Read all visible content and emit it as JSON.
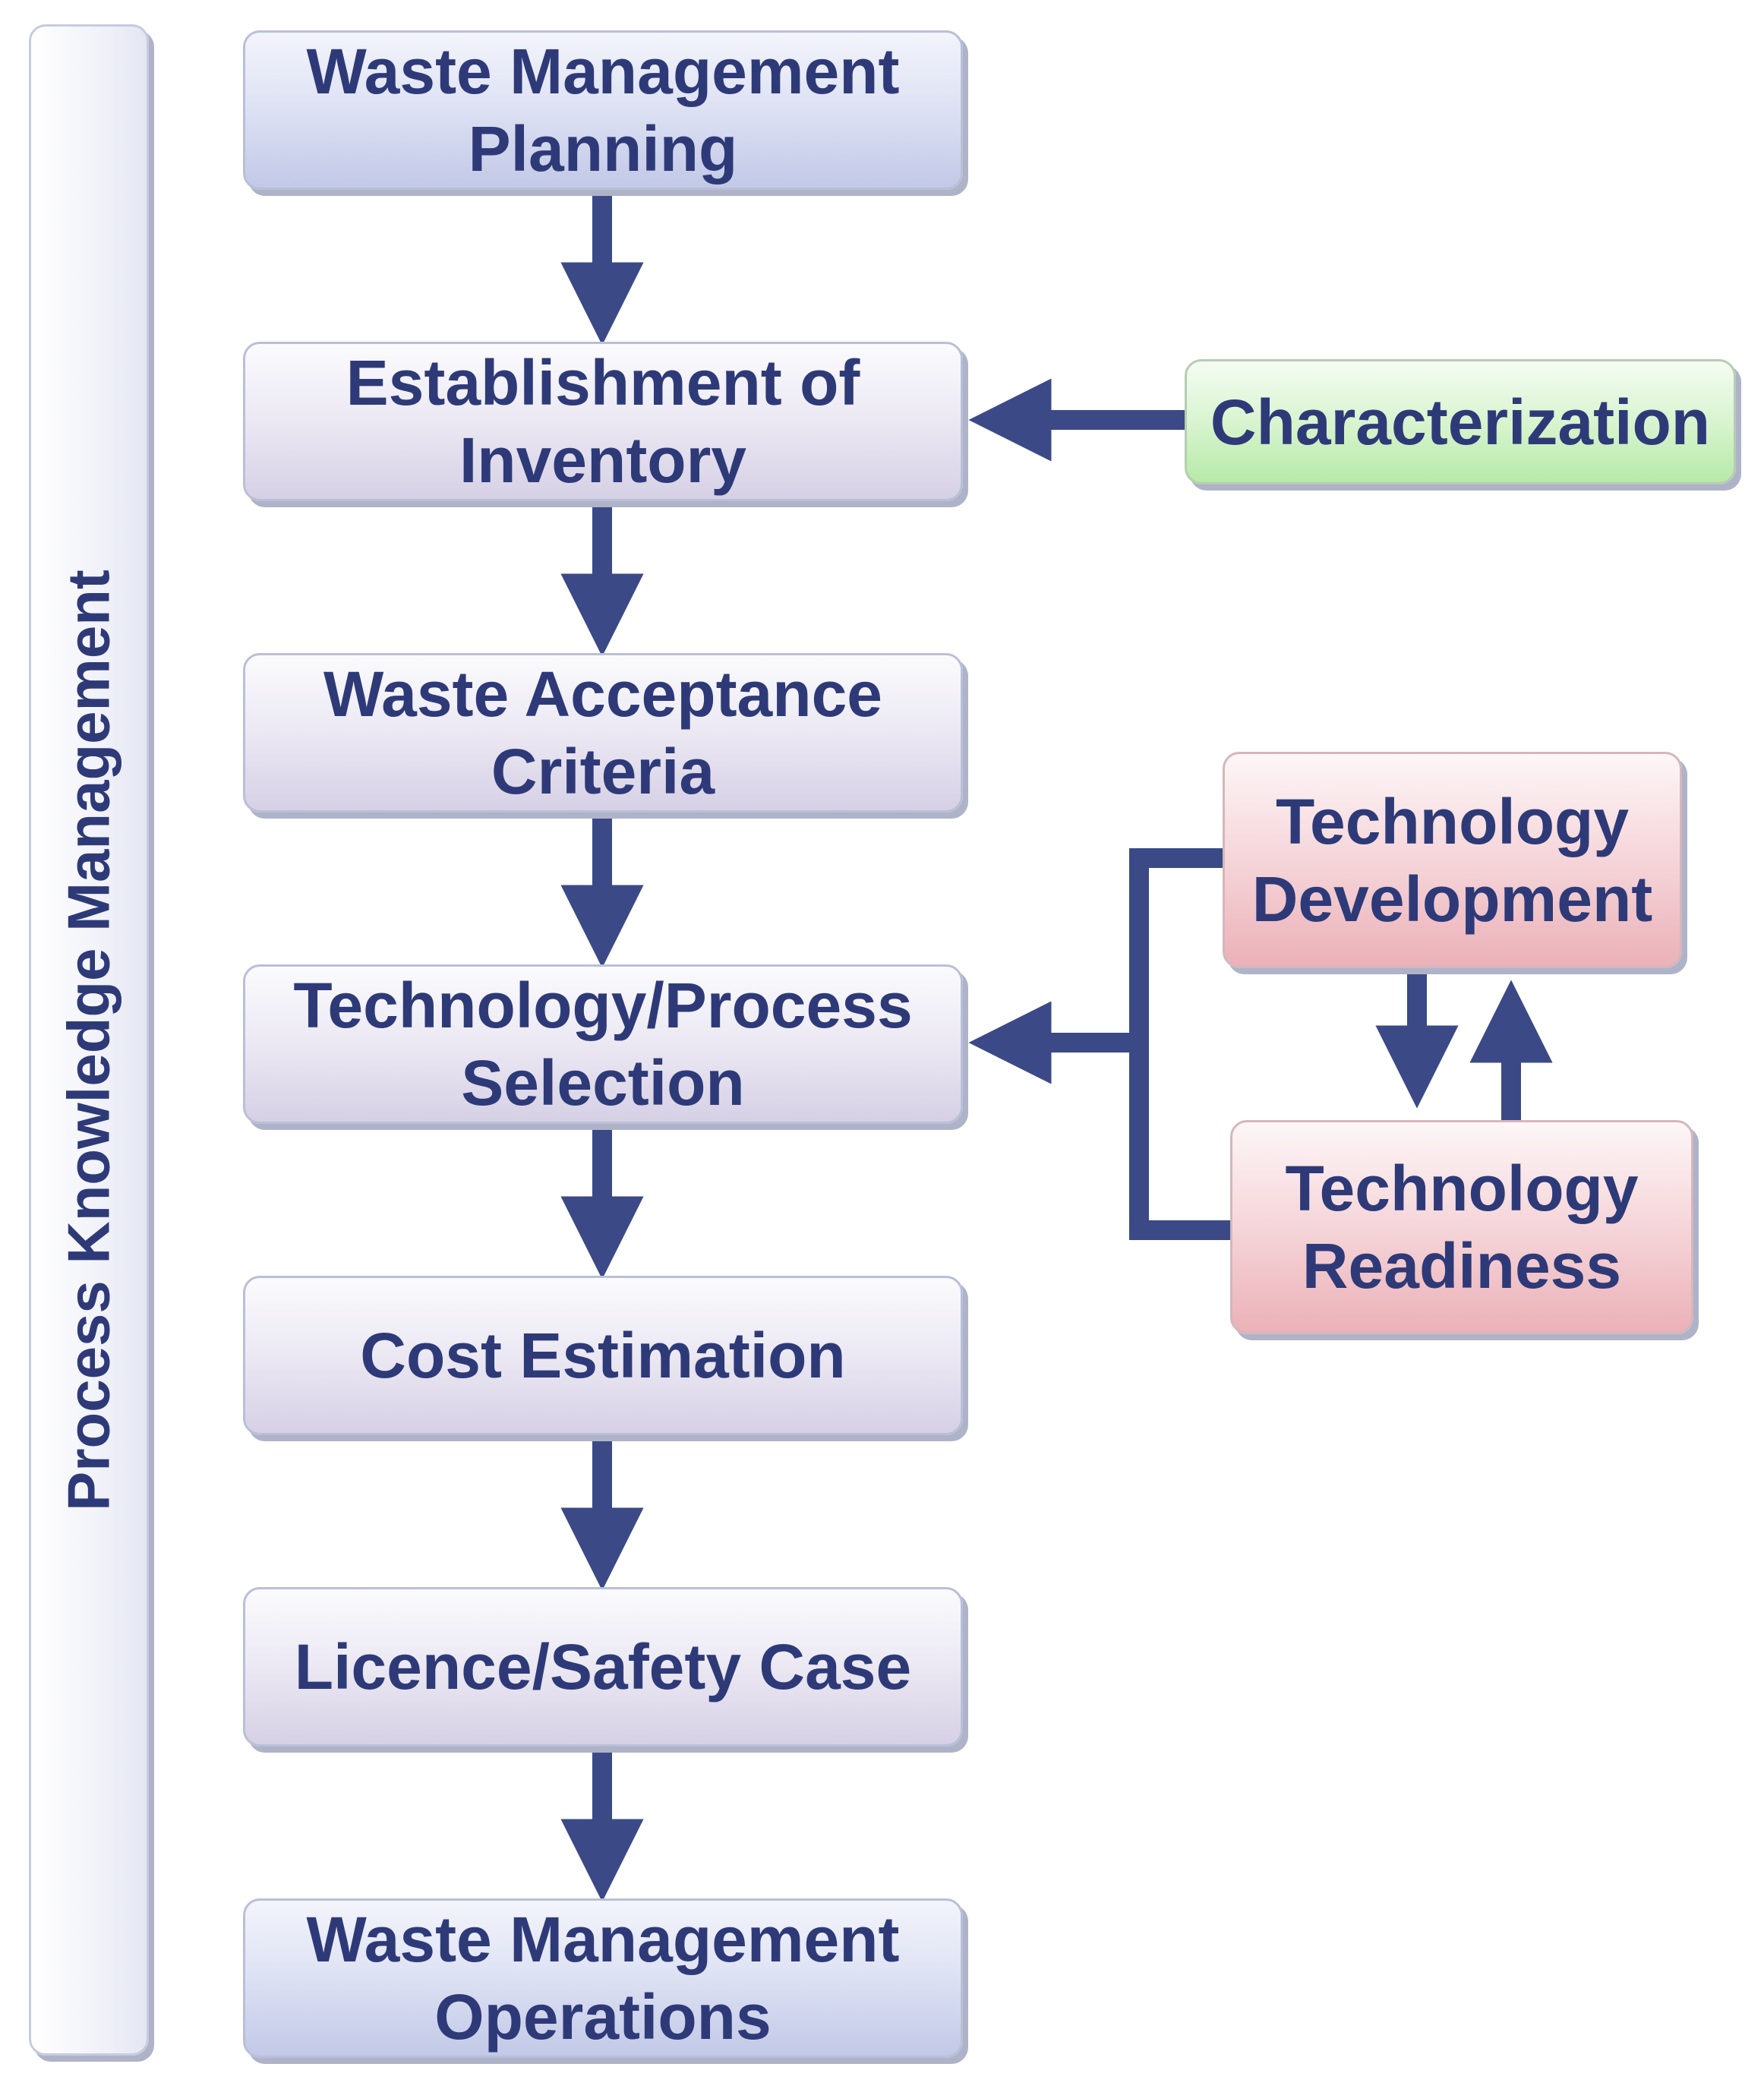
{
  "sidebar": {
    "label": "Process Knowledge Management"
  },
  "steps": {
    "planning": "Waste Management\nPlanning",
    "inventory": "Establishment of\nInventory",
    "acceptance": "Waste Acceptance\nCriteria",
    "selection": "Technology/Process\nSelection",
    "cost": "Cost Estimation",
    "licence": "Licence/Safety Case",
    "operations": "Waste Management\nOperations"
  },
  "side_inputs": {
    "characterization": "Characterization",
    "tech_development": "Technology\nDevelopment",
    "tech_readiness": "Technology\nReadiness"
  },
  "colors": {
    "arrow": "#3b4a86",
    "text": "#2e3a78",
    "main_box": "#dfe3f4",
    "characterization_box": "#c8eebd",
    "technology_box": "#f0c0c5"
  }
}
